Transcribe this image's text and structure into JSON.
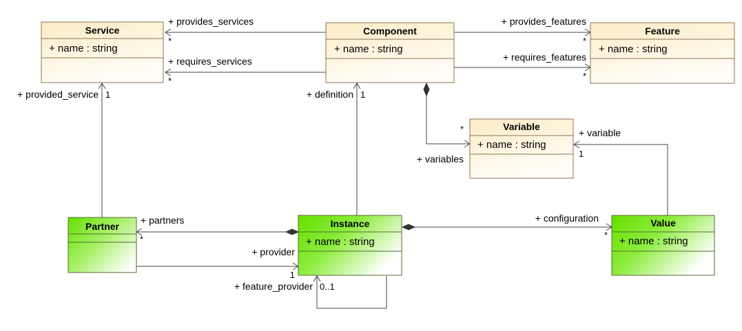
{
  "classes": {
    "service": {
      "name": "Service",
      "attribute": "+ name : string"
    },
    "component": {
      "name": "Component",
      "attribute": "+ name : string"
    },
    "feature": {
      "name": "Feature",
      "attribute": "+ name : string"
    },
    "variable": {
      "name": "Variable",
      "attribute": "+ name : string"
    },
    "partner": {
      "name": "Partner",
      "attribute": ""
    },
    "instance": {
      "name": "Instance",
      "attribute": "+ name : string"
    },
    "value": {
      "name": "Value",
      "attribute": "+ name : string"
    }
  },
  "associations": {
    "provides_services": {
      "role": "+ provides_services",
      "multiplicity": "*"
    },
    "requires_services": {
      "role": "+ requires_services",
      "multiplicity": "*"
    },
    "provides_features": {
      "role": "+ provides_features",
      "multiplicity": "*"
    },
    "requires_features": {
      "role": "+ requires_features",
      "multiplicity": "*"
    },
    "provided_service": {
      "role": "+ provided_service",
      "multiplicity": "1"
    },
    "definition": {
      "role": "+ definition",
      "multiplicity": "1"
    },
    "variables": {
      "role": "+ variables",
      "multiplicity": "*"
    },
    "variable": {
      "role": "+ variable",
      "multiplicity": "1"
    },
    "partners": {
      "role": "+ partners",
      "multiplicity": "*"
    },
    "provider": {
      "role": "+ provider",
      "multiplicity": "1"
    },
    "feature_provider": {
      "role": "+ feature_provider",
      "multiplicity": "0..1"
    },
    "configuration": {
      "role": "+ configuration",
      "multiplicity": "*"
    }
  },
  "colors": {
    "class_fill_top": "#fbecc6",
    "class_fill_bottom": "#fffdf6",
    "instance_fill_top": "#66e000",
    "instance_fill_bottom": "#ffffff"
  }
}
